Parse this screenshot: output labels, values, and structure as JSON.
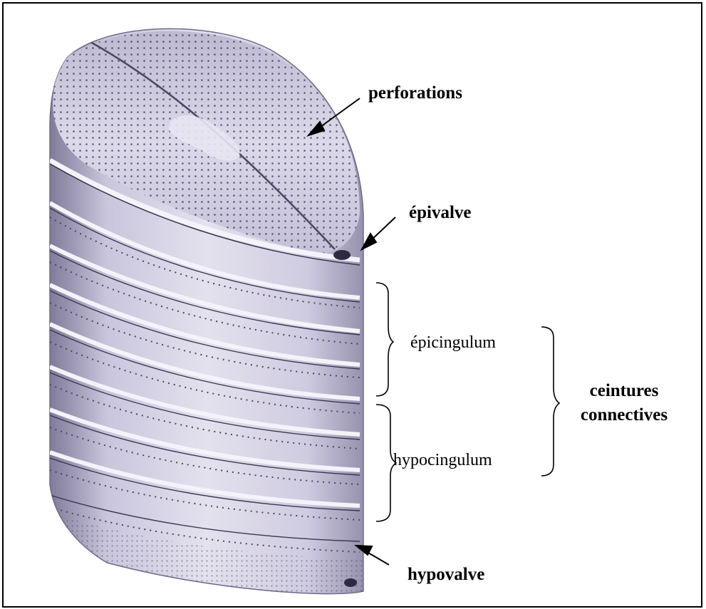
{
  "labels": {
    "perforations": "perforations",
    "epivalve": "épivalve",
    "epicingulum": "épicingulum",
    "ceintures_line1": "ceintures",
    "ceintures_line2": "connectives",
    "hypocingulum": "hypocingulum",
    "hypovalve": "hypovalve"
  },
  "colors": {
    "shell_base": "#cbc8dc",
    "shell_light": "#e6e3f0",
    "shell_shadow": "#8c88a6",
    "ridge": "#3a3650",
    "pore": "#34304a"
  }
}
